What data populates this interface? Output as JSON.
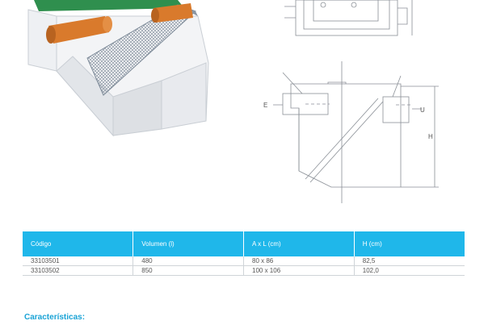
{
  "colors": {
    "accent": "#1fb7ea",
    "heading": "#1aa3d6",
    "pipe": "#d97a2c",
    "lid": "#2f8f4e"
  },
  "drawing": {
    "inlet_label": "E",
    "outlet_label": "U",
    "height_label": "H"
  },
  "table": {
    "headers": [
      "Código",
      "Volumen (l)",
      "A x L (cm)",
      "H (cm)"
    ],
    "rows": [
      [
        "33103501",
        "480",
        "80 x 86",
        "82,5"
      ],
      [
        "33103502",
        "850",
        "100 x 106",
        "102,0"
      ]
    ]
  },
  "features": {
    "heading": "Características:"
  }
}
